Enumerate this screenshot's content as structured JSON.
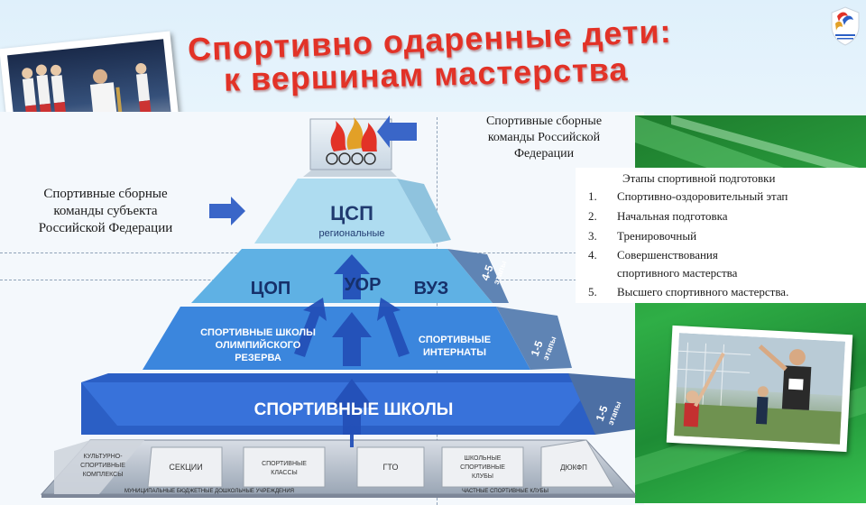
{
  "title": {
    "line1": "Спортивно одаренные дети:",
    "line2": "к вершинам мастерства"
  },
  "top_label": {
    "l1": "Спортивные сборные",
    "l2": "команды Российской",
    "l3": "Федерации"
  },
  "left_label": {
    "l1": "Спортивные сборные",
    "l2": "команды субъекта",
    "l3": "Российской Федерации"
  },
  "pyramid": {
    "csp": "ЦСП",
    "regional": "региональные",
    "cop": "ЦОП",
    "uor": "УОР",
    "vuz": "ВУЗ",
    "olympic_l1": "СПОРТИВНЫЕ ШКОЛЫ",
    "olympic_l2": "ОЛИМПИЙСКОГО",
    "olympic_l3": "РЕЗЕРВА",
    "boarding_l1": "СПОРТИВНЫЕ",
    "boarding_l2": "ИНТЕРНАТЫ",
    "schools": "СПОРТИВНЫЕ ШКОЛЫ",
    "side_45": "4-5",
    "side_45_sub": "этапы",
    "side_15a": "1-5",
    "side_15a_sub": "этапы",
    "side_15b": "1-5",
    "side_15b_sub": "этапы"
  },
  "base": {
    "b1_l1": "КУЛЬТУРНО-",
    "b1_l2": "СПОРТИВНЫЕ",
    "b1_l3": "КОМПЛЕКСЫ",
    "b2": "СЕКЦИИ",
    "b3_l1": "СПОРТИВНЫЕ",
    "b3_l2": "КЛАССЫ",
    "b4": "ГТО",
    "b5_l1": "ШКОЛЬНЫЕ",
    "b5_l2": "СПОРТИВНЫЕ",
    "b5_l3": "КЛУБЫ",
    "b6": "ДЮКФП",
    "footer_left": "МУНИЦИПАЛЬНЫЕ БЮДЖЕТНЫЕ ДОШКОЛЬНЫЕ УЧРЕЖДЕНИЯ",
    "footer_right": "ЧАСТНЫЕ СПОРТИВНЫЕ КЛУБЫ"
  },
  "stages": {
    "heading": "Этапы спортивной подготовки",
    "items": [
      {
        "num": "1.",
        "text": "Спортивно-оздоровительный этап"
      },
      {
        "num": "2.",
        "text": "Начальная подготовка"
      },
      {
        "num": "3.",
        "text": "Тренировочный"
      },
      {
        "num": "4.",
        "text": "Совершенствования"
      },
      {
        "num": "",
        "text": "спортивного мастерства"
      },
      {
        "num": "5.",
        "text": "Высшего спортивного мастерства."
      }
    ]
  },
  "colors": {
    "title_red": "#e23227",
    "tier_light": "#aedcf0",
    "tier_mid": "#5fb1e4",
    "tier_blue": "#3b86dd",
    "tier_dark": "#2b5fc5",
    "side_steel": "#5f84b4",
    "panel_green": "#2fae46"
  }
}
